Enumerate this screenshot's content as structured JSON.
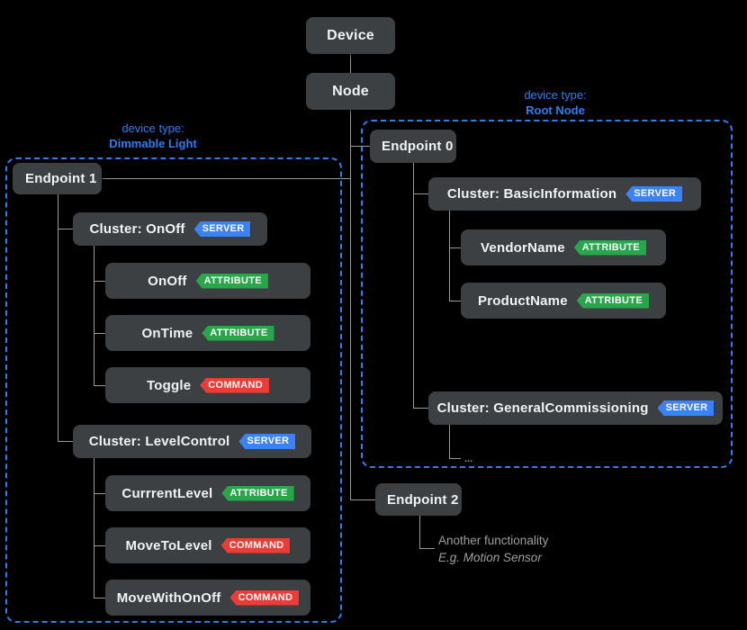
{
  "diagram": {
    "title_nodes": {
      "device": "Device",
      "node": "Node"
    },
    "panels": [
      {
        "id": "dimmable-light",
        "label_kind": "device type:",
        "label_name": "Dimmable Light"
      },
      {
        "id": "root-node",
        "label_kind": "device type:",
        "label_name": "Root Node"
      }
    ],
    "endpoints": {
      "endpoint0": "Endpoint 0",
      "endpoint1": "Endpoint 1",
      "endpoint2": "Endpoint 2"
    },
    "clusters": {
      "onoff": "Cluster: OnOff",
      "levelcontrol": "Cluster: LevelControl",
      "basicinformation": "Cluster: BasicInformation",
      "generalcommissioning": "Cluster: GeneralCommissioning"
    },
    "leaves": {
      "onoff_attr": "OnOff",
      "ontime_attr": "OnTime",
      "toggle_cmd": "Toggle",
      "currentlevel_attr": "CurrrentLevel",
      "movetolevel_cmd": "MoveToLevel",
      "movewithonoff_cmd": "MoveWithOnOff",
      "vendorname_attr": "VendorName",
      "productname_attr": "ProductName"
    },
    "badges": {
      "server": "SERVER",
      "attribute": "ATTRIBUTE",
      "command": "COMMAND"
    },
    "ellipsis": "...",
    "note": {
      "line1": "Another functionality",
      "line2": "E.g. Motion Sensor"
    },
    "colors": {
      "background": "#000000",
      "box": "#3c4043",
      "box_text": "#f1f3f4",
      "panel_border": "#2f7dee",
      "panel_label": "#2f7dee",
      "connector": "#9a9a9a",
      "badge_server": "#3b82f6",
      "badge_attribute": "#27a64a",
      "badge_command": "#ef3b36",
      "note_text": "#9e9e9e"
    }
  }
}
